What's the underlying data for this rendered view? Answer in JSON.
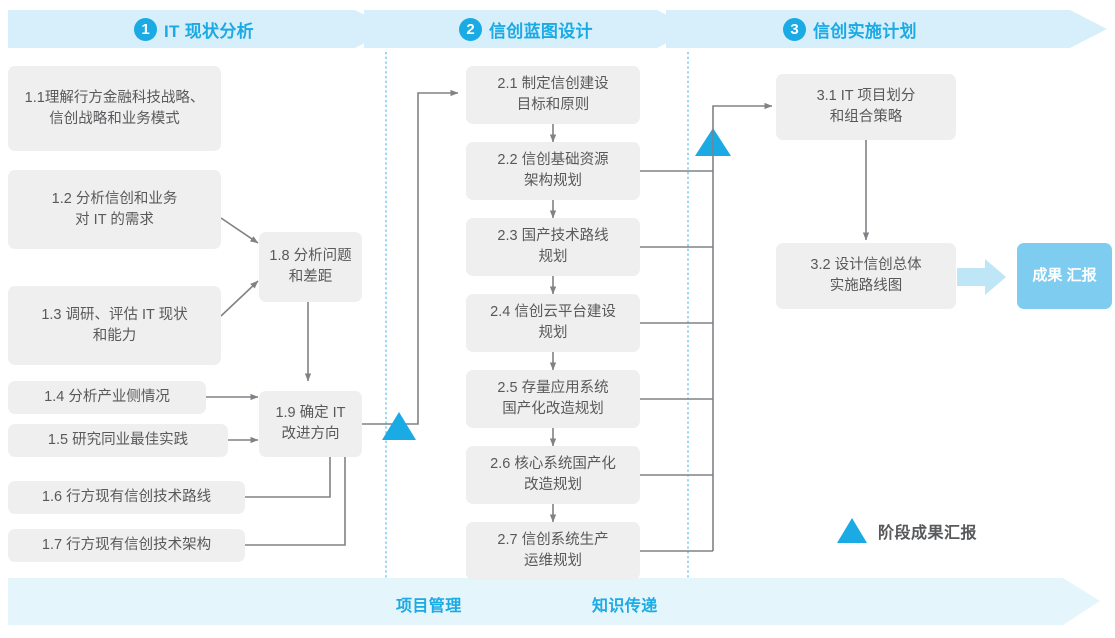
{
  "header": {
    "band_color": "#d7eefb",
    "accent_color": "#1aaae4",
    "phases": [
      {
        "num": "1",
        "title": "IT 现状分析"
      },
      {
        "num": "2",
        "title": "信创蓝图设计"
      },
      {
        "num": "3",
        "title": "信创实施计划"
      }
    ]
  },
  "phase1_nodes": [
    {
      "id": "1.1",
      "line1": "1.1理解行方金融科技战略、",
      "line2": "信创战略和业务模式"
    },
    {
      "id": "1.2",
      "line1": "1.2 分析信创和业务",
      "line2": "对 IT 的需求"
    },
    {
      "id": "1.3",
      "line1": "1.3 调研、评估 IT 现状",
      "line2": "和能力"
    },
    {
      "id": "1.4",
      "line1": "1.4 分析产业侧情况",
      "line2": ""
    },
    {
      "id": "1.5",
      "line1": "1.5 研究同业最佳实践",
      "line2": ""
    },
    {
      "id": "1.6",
      "line1": "1.6 行方现有信创技术路线",
      "line2": ""
    },
    {
      "id": "1.7",
      "line1": "1.7 行方现有信创技术架构",
      "line2": ""
    },
    {
      "id": "1.8",
      "line1": "1.8 分析问题",
      "line2": "和差距"
    },
    {
      "id": "1.9",
      "line1": "1.9 确定 IT",
      "line2": "改进方向"
    }
  ],
  "phase2_nodes": [
    {
      "id": "2.1",
      "line1": "2.1 制定信创建设",
      "line2": "目标和原则"
    },
    {
      "id": "2.2",
      "line1": "2.2 信创基础资源",
      "line2": "架构规划"
    },
    {
      "id": "2.3",
      "line1": "2.3 国产技术路线",
      "line2": "规划"
    },
    {
      "id": "2.4",
      "line1": "2.4 信创云平台建设",
      "line2": "规划"
    },
    {
      "id": "2.5",
      "line1": "2.5 存量应用系统",
      "line2": "国产化改造规划"
    },
    {
      "id": "2.6",
      "line1": "2.6 核心系统国产化",
      "line2": "改造规划"
    },
    {
      "id": "2.7",
      "line1": "2.7 信创系统生产",
      "line2": "运维规划"
    }
  ],
  "phase3_nodes": [
    {
      "id": "3.1",
      "line1": "3.1 IT 项目划分",
      "line2": "和组合策略"
    },
    {
      "id": "3.2",
      "line1": "3.2 设计信创总体",
      "line2": "实施路线图"
    }
  ],
  "result": {
    "line1": "成果",
    "line2": "汇报"
  },
  "legend": {
    "icon": "triangle-up-icon",
    "label": "阶段成果汇报"
  },
  "bottom_band": {
    "band_color": "#e4f5fc",
    "labels": [
      "项目管理",
      "知识传递"
    ]
  },
  "colors": {
    "node_fill": "#efefef",
    "node_text": "#58595b",
    "connector": "#808285",
    "milestone": "#1aaae4",
    "result_fill": "#7ecdf0",
    "result_arrow": "#bfe6f7",
    "divider": "#6ec4e8"
  }
}
